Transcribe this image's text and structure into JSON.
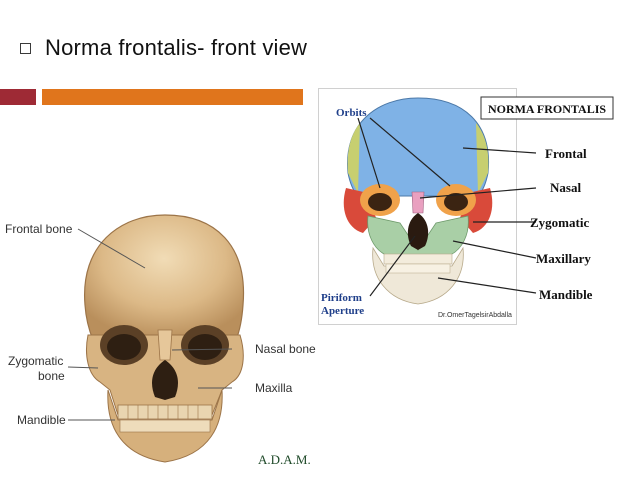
{
  "slide": {
    "title": "Norma frontalis- front view"
  },
  "left_figure": {
    "labels": {
      "frontal": "Frontal bone",
      "nasal": "Nasal bone",
      "zygomatic_line1": "Zygomatic",
      "zygomatic_line2": "bone",
      "maxilla": "Maxilla",
      "mandible": "Mandible"
    },
    "credit": "A.D.A.M."
  },
  "right_figure": {
    "heading": "NORMA FRONTALIS",
    "labels": {
      "orbits": "Orbits",
      "frontal": "Frontal",
      "nasal": "Nasal",
      "zygomatic": "Zygomatic",
      "maxillary": "Maxillary",
      "mandible": "Mandible",
      "piriform_line1": "Piriform",
      "piriform_line2": "Aperture"
    },
    "watermark": "Dr.OmerTagelsirAbdalla"
  },
  "colors": {
    "accent_red": "#9e2a35",
    "accent_orange": "#e0751c",
    "bone": "#e6c79a",
    "frontal_blue": "#7fb2e6",
    "maxilla_green": "#a9cfa6",
    "zygomatic_red": "#d94a3a"
  }
}
